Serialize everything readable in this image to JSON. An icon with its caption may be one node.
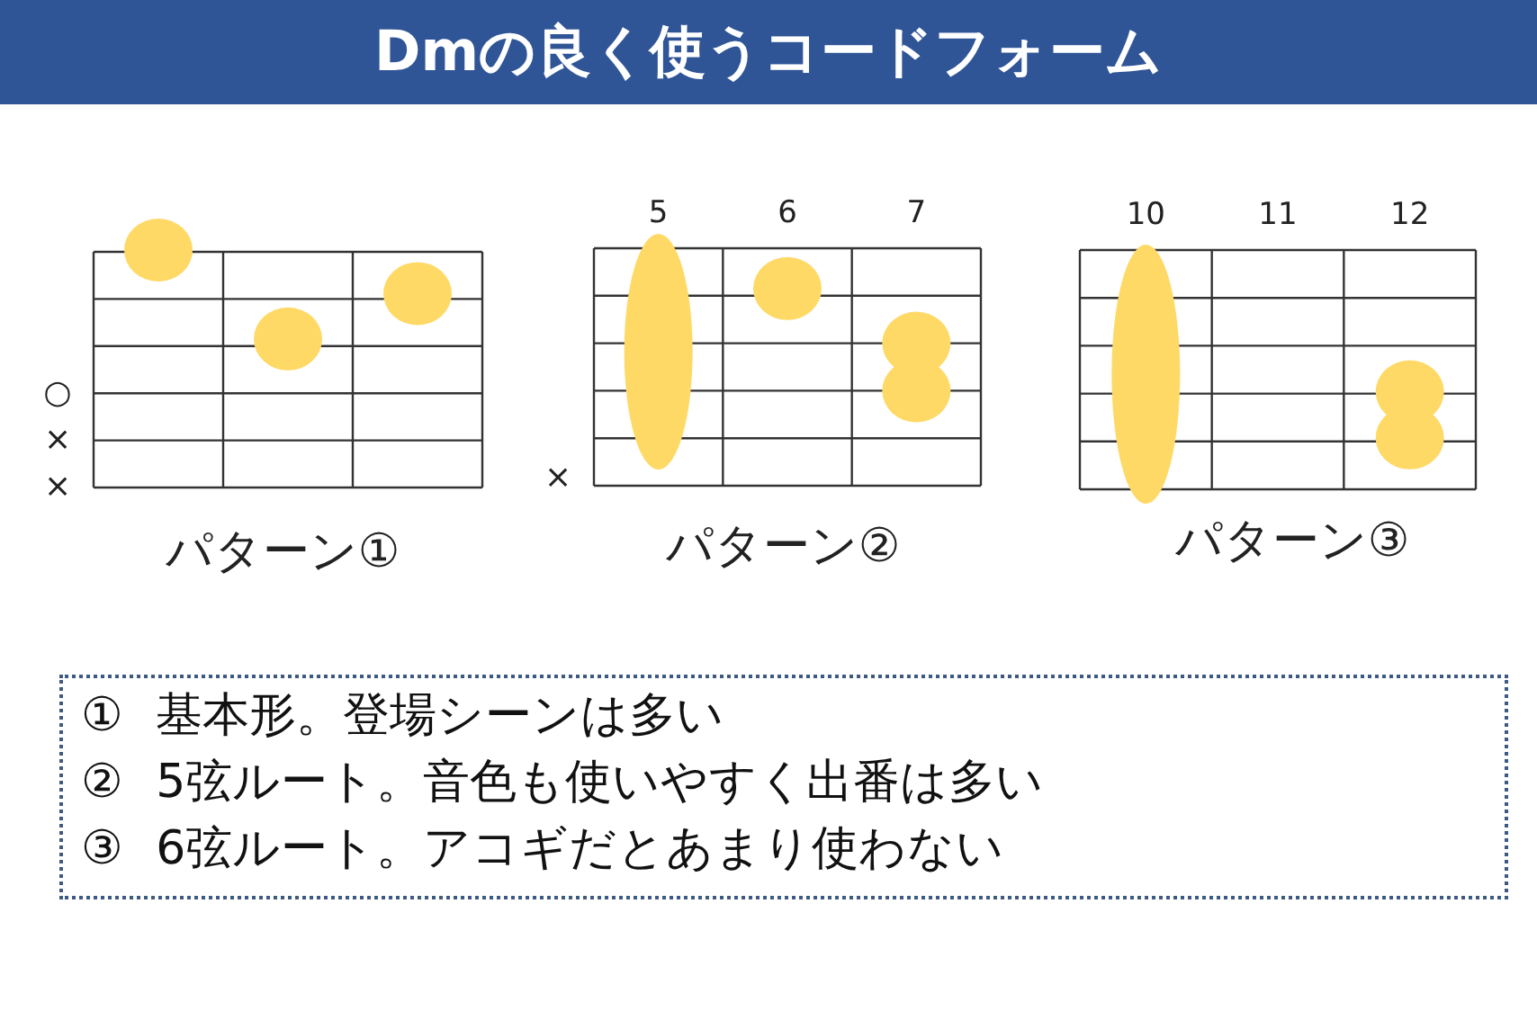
{
  "diagram": {
    "title": "Dmの良く使うコードフォーム",
    "nodes": [
      {
        "text": [
          "パターン①"
        ],
        "beside": [
          "○",
          "×",
          "×"
        ]
      },
      {
        "text": [
          "パターン②"
        ],
        "beside": [
          "5",
          "6",
          "7",
          "×"
        ]
      },
      {
        "text": [
          "パターン③"
        ],
        "beside": [
          "10",
          "11",
          "12"
        ]
      },
      {
        "text": [
          "① 基本形。登場シーンは多い",
          "② 5弦ルート。音色も使いやすく出番は多い",
          "③ 6弦ルート。アコギだとあまり使わない"
        ]
      }
    ]
  }
}
